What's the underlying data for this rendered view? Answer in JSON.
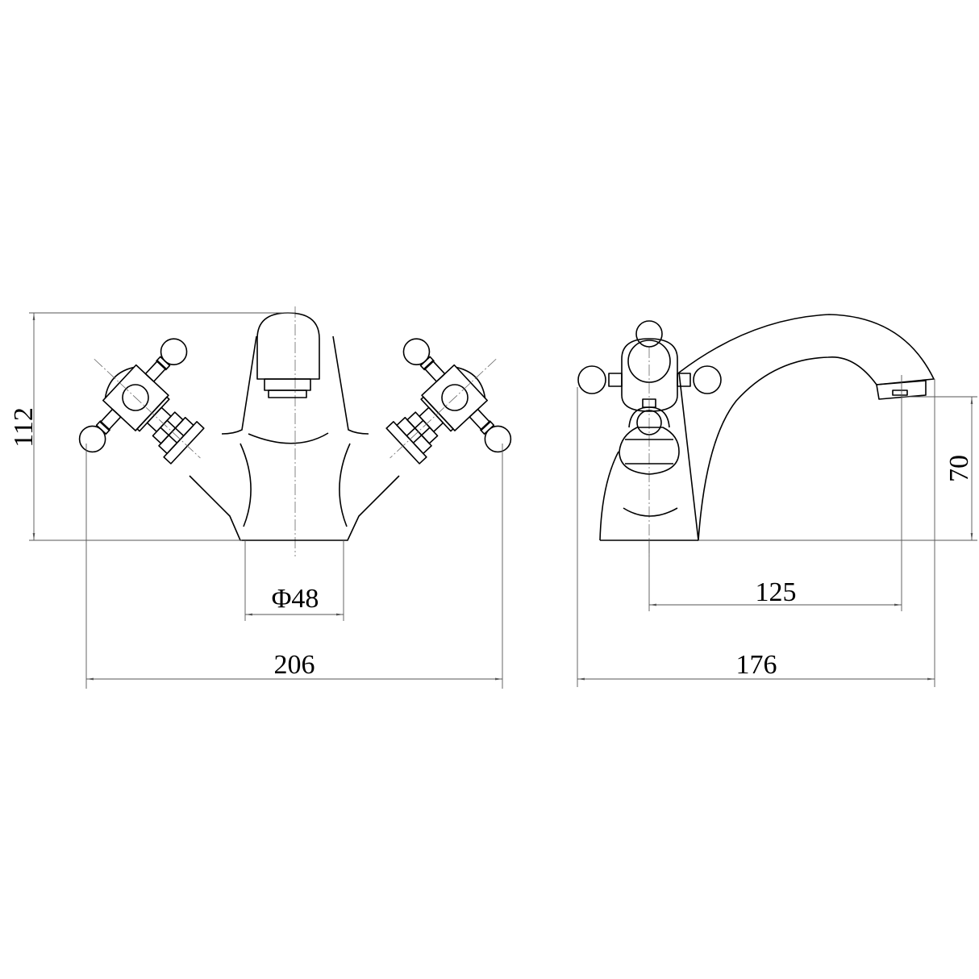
{
  "drawing": {
    "front_view": {
      "height_label": "112",
      "diameter_label": "Φ48",
      "width_label": "206"
    },
    "side_view": {
      "spout_height_label": "70",
      "projection_label": "125",
      "depth_label": "176"
    },
    "line_color": "#000000",
    "dimension_color": "#555555"
  }
}
